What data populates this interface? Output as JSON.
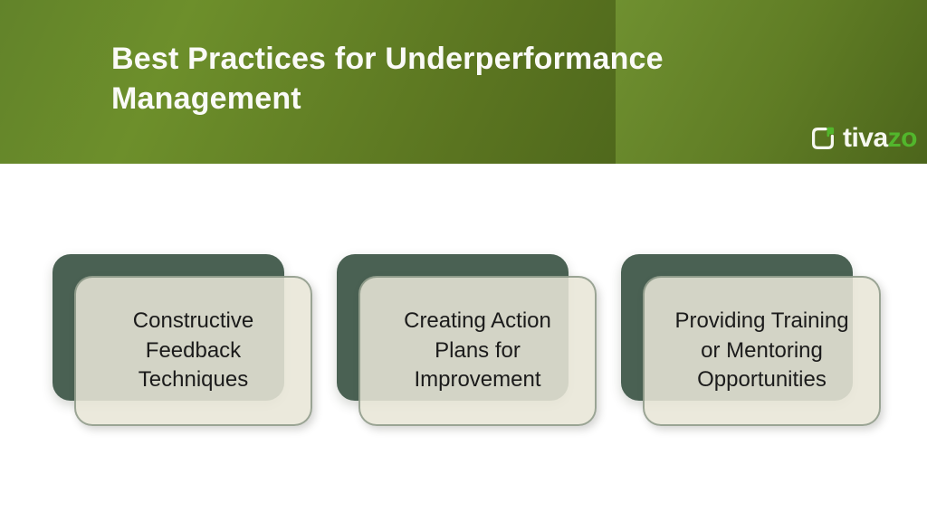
{
  "header": {
    "title": "Best Practices for Underperformance\nManagement",
    "title_full": "Best Practices for Underperformance Management",
    "logo": {
      "text_primary": "tiva",
      "text_accent": "zo"
    }
  },
  "cards": [
    {
      "label": "Constructive\nFeedback\nTechniques",
      "label_full": "Constructive Feedback Techniques"
    },
    {
      "label": "Creating Action\nPlans for\nImprovement",
      "label_full": "Creating Action Plans for Improvement"
    },
    {
      "label": "Providing Training\nor Mentoring\nOpportunities",
      "label_full": "Providing Training or Mentoring Opportunities"
    }
  ],
  "colors": {
    "header_green_light": "#6d8f2b",
    "header_green_dark": "#4c651b",
    "logo_accent_green": "#52b62c",
    "card_back_green": "#4a6153",
    "card_front_beige": "#e9e8db",
    "title_text": "#fafaf7",
    "card_text": "#1b1b1b",
    "background": "#ffffff"
  }
}
